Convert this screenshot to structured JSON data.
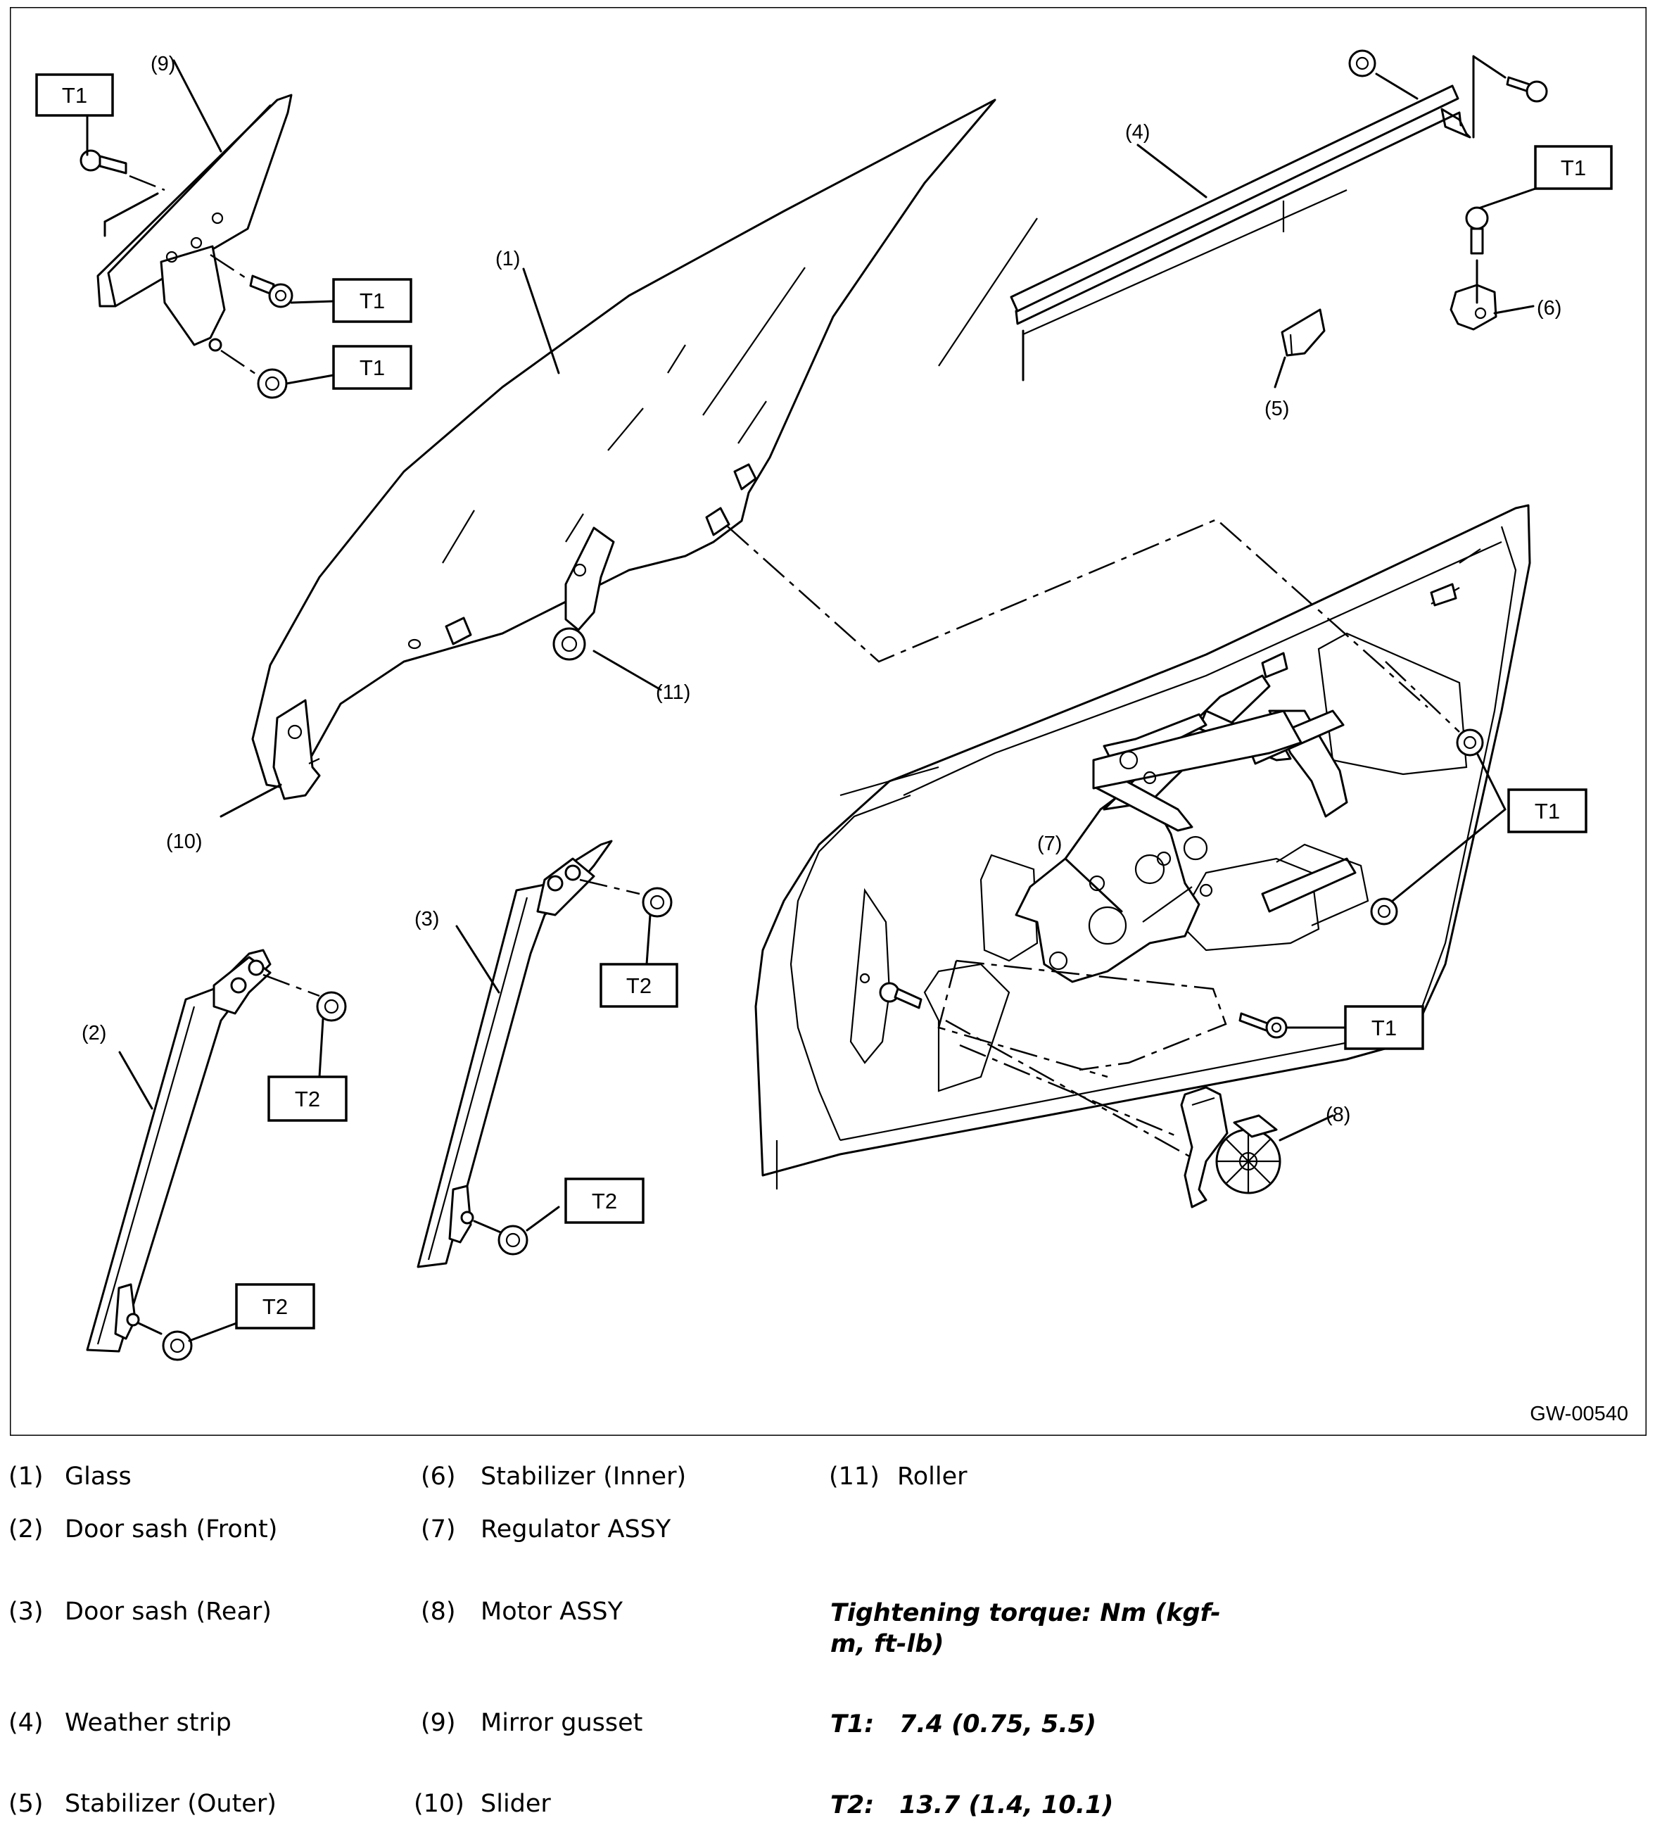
{
  "diagram": {
    "code": "GW-00540",
    "callouts": {
      "c1": "(1)",
      "c2": "(2)",
      "c3": "(3)",
      "c4": "(4)",
      "c5": "(5)",
      "c6": "(6)",
      "c7": "(7)",
      "c8": "(8)",
      "c9": "(9)",
      "c10": "(10)",
      "c11": "(11)"
    },
    "torque_tags": {
      "t1": "T1",
      "t2": "T2"
    }
  },
  "legend": {
    "items": [
      {
        "num": "(1)",
        "name": "Glass"
      },
      {
        "num": "(2)",
        "name": "Door sash (Front)"
      },
      {
        "num": "(3)",
        "name": "Door sash (Rear)"
      },
      {
        "num": "(4)",
        "name": "Weather strip"
      },
      {
        "num": "(5)",
        "name": "Stabilizer (Outer)"
      },
      {
        "num": "(6)",
        "name": "Stabilizer (Inner)"
      },
      {
        "num": "(7)",
        "name": "Regulator ASSY"
      },
      {
        "num": "(8)",
        "name": "Motor ASSY"
      },
      {
        "num": "(9)",
        "name": "Mirror gusset"
      },
      {
        "num": "(10)",
        "name": "Slider"
      },
      {
        "num": "(11)",
        "name": "Roller"
      }
    ],
    "torque_heading": "Tightening torque: Nm (kgf-m, ft-lb)",
    "torque_heading_line1": "Tightening torque: Nm (kgf-",
    "torque_heading_line2": "m, ft-lb)",
    "t1_label": "T1:",
    "t1_value": "7.4 (0.75, 5.5)",
    "t2_label": "T2:",
    "t2_value": "13.7 (1.4, 10.1)"
  }
}
